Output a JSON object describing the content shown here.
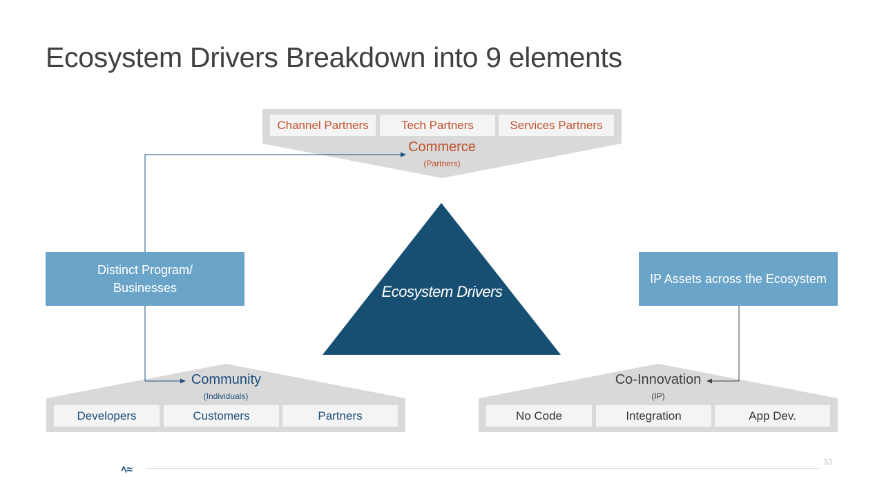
{
  "title": "Ecosystem Drivers Breakdown into 9 elements",
  "center": {
    "label": "Ecosystem Drivers"
  },
  "commerce": {
    "label": "Commerce",
    "sublabel": "(Partners)",
    "items": [
      "Channel Partners",
      "Tech Partners",
      "Services Partners"
    ]
  },
  "community": {
    "label": "Community",
    "sublabel": "(Individuals)",
    "items": [
      "Developers",
      "Customers",
      "Partners"
    ]
  },
  "coinnovation": {
    "label": "Co-Innovation",
    "sublabel": "(IP)",
    "items": [
      "No Code",
      "Integration",
      "App Dev."
    ]
  },
  "left_box": {
    "line1": "Distinct Program/",
    "line2": "Businesses"
  },
  "right_box": {
    "label": "IP Assets across the Ecosystem"
  },
  "footer": {
    "page_number": "33"
  },
  "colors": {
    "triangle": "#174f72",
    "blue_box": "#6aa5c9",
    "panel": "#d9d9d9",
    "commerce_text": "#c0502a",
    "community_text": "#1f4e79"
  }
}
